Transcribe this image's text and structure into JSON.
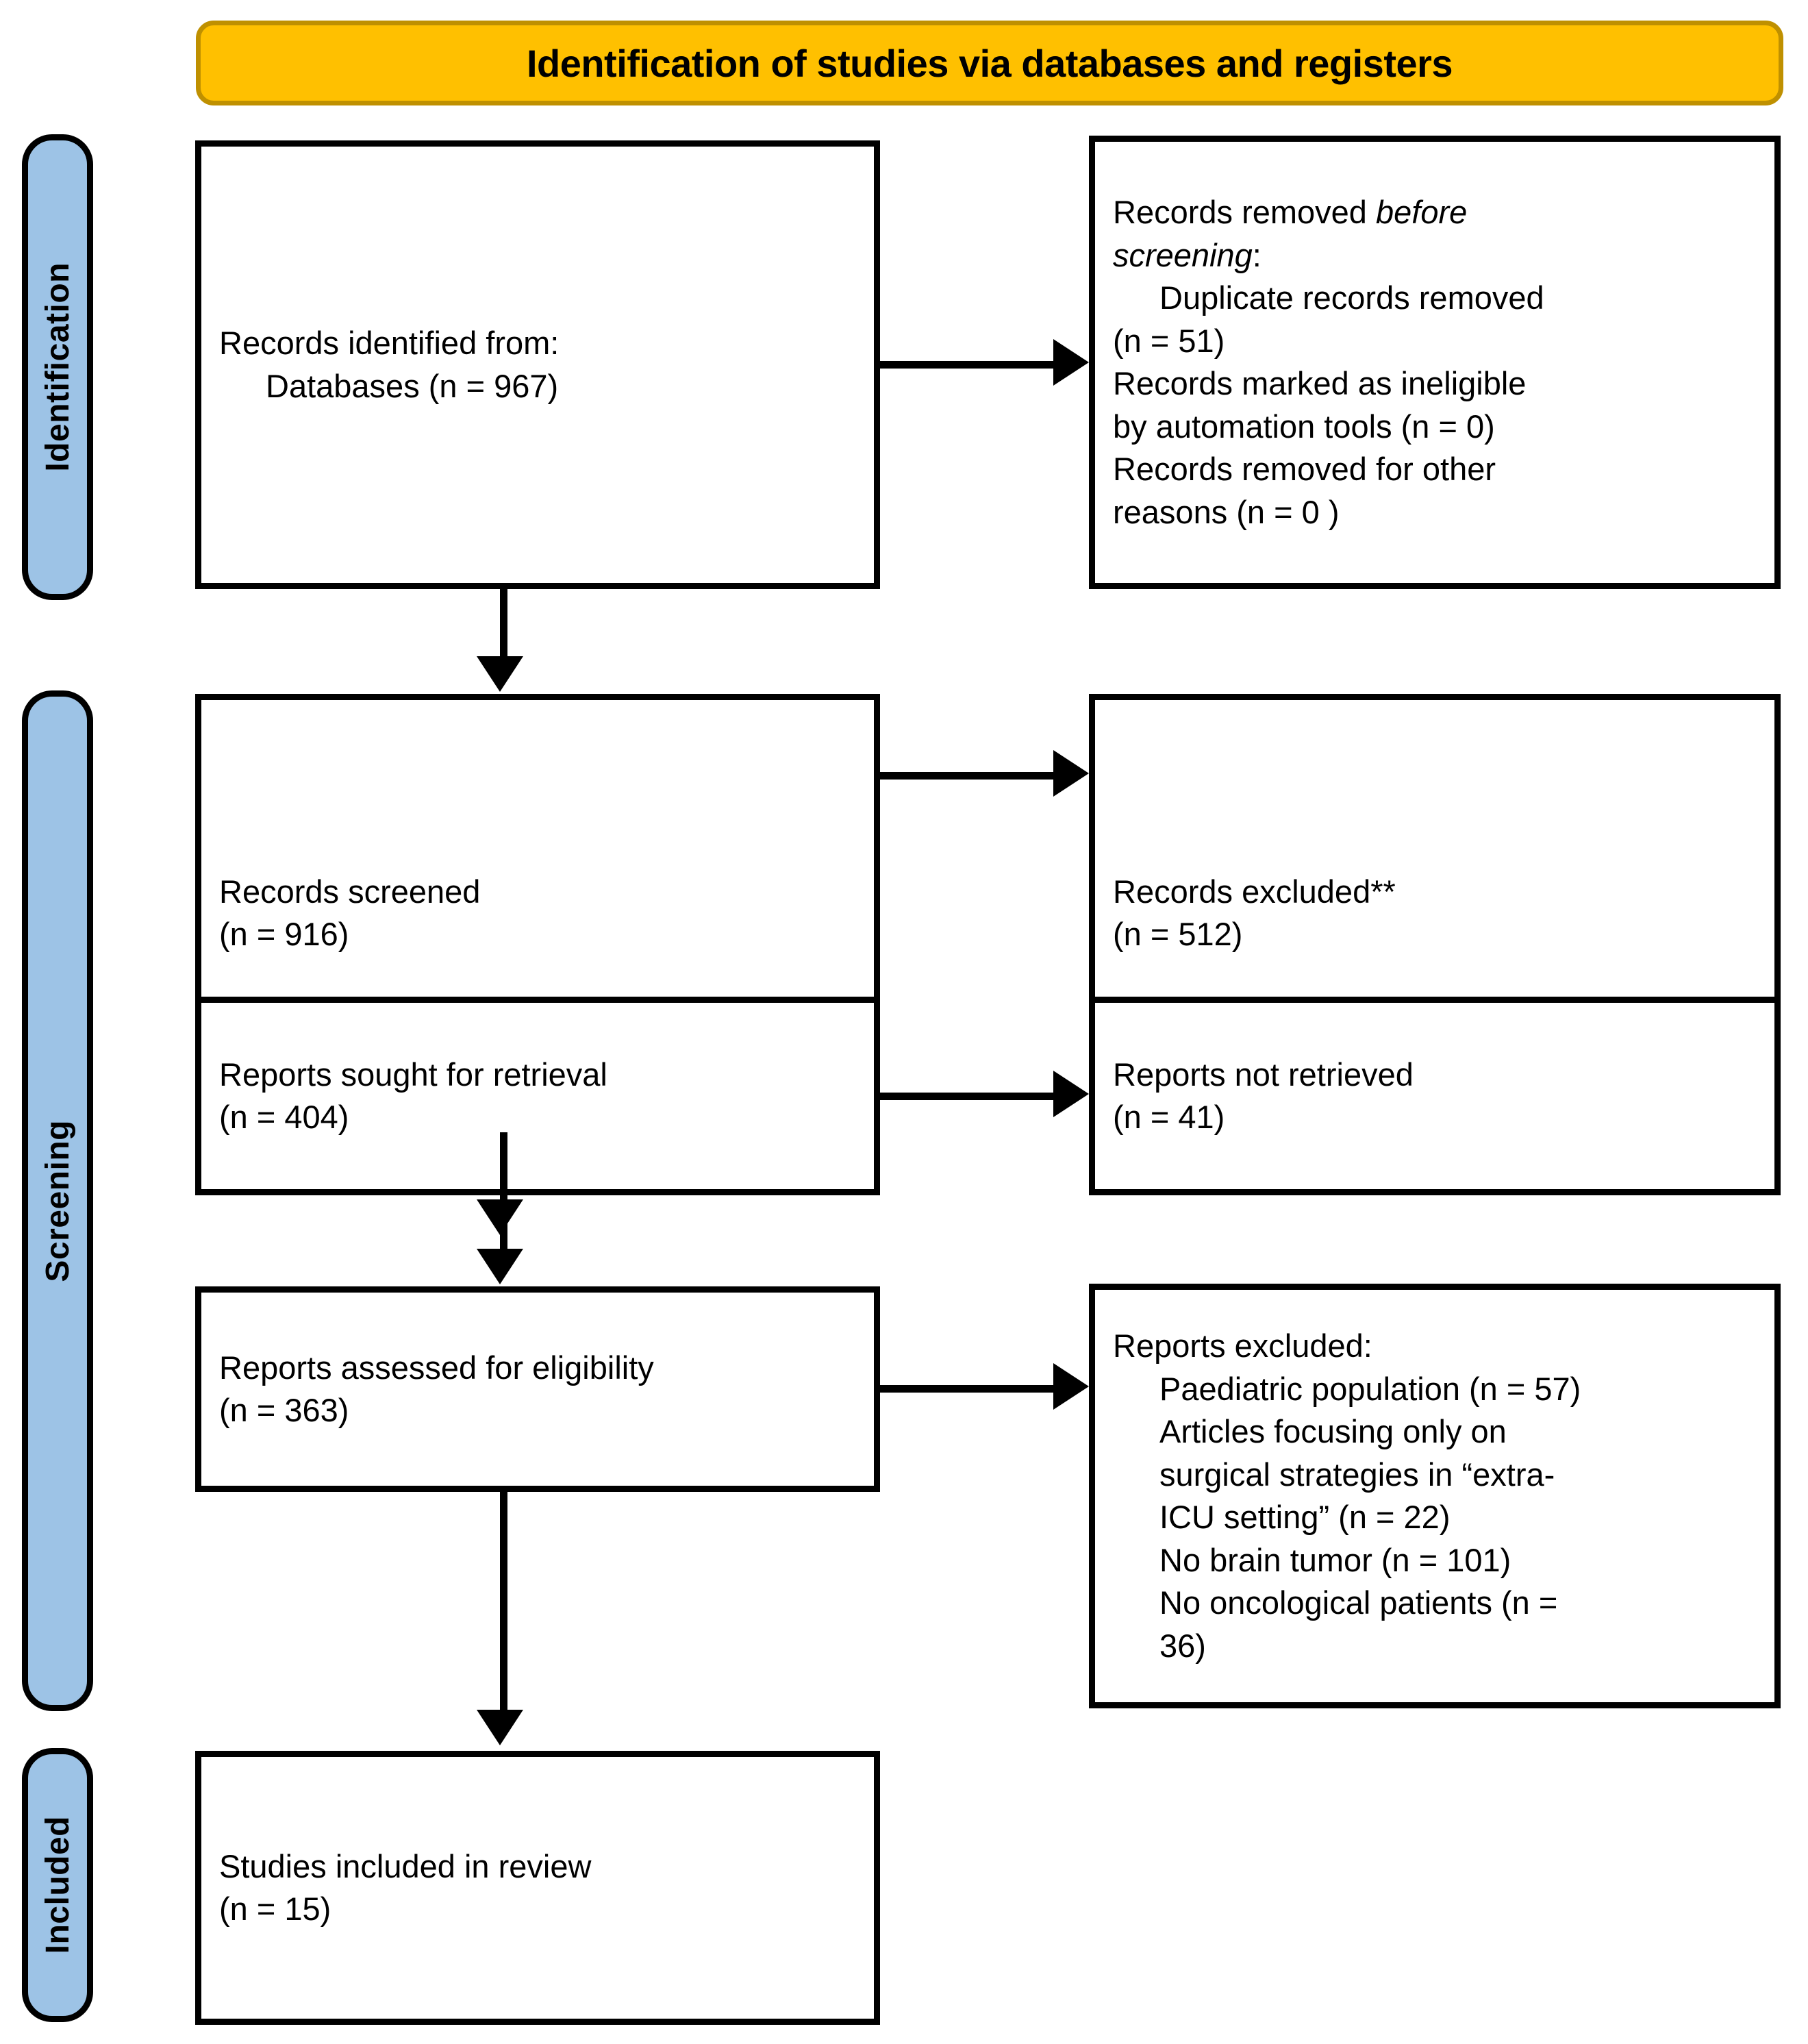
{
  "header": {
    "title": "Identification of studies via databases and registers"
  },
  "stages": {
    "identification": "Identification",
    "screening": "Screening",
    "included": "Included"
  },
  "colors": {
    "header_fill": "#FFC000",
    "header_border": "#BF9000",
    "stage_fill": "#9DC3E6",
    "box_border": "#000000",
    "box_fill": "#FFFFFF"
  },
  "boxes": {
    "records_identified": {
      "line1": "Records identified from:",
      "line2": "Databases (n = 967)"
    },
    "records_removed": {
      "line1_a": "Records removed ",
      "line1_b": "before",
      "line2_a": "screening",
      "line2_b": ":",
      "item1_l1": "Duplicate records removed",
      "item1_l2": "(n = 51)",
      "item2_l1": "Records marked as ineligible",
      "item2_l2": "by automation tools (n = 0)",
      "item3_l1": "Records removed for other",
      "item3_l2": "reasons (n = 0 )"
    },
    "records_screened": {
      "line1": "Records screened",
      "line2": "(n = 916)"
    },
    "records_excluded": {
      "line1": "Records excluded**",
      "line2": "(n = 512)"
    },
    "reports_sought": {
      "line1": "Reports sought for retrieval",
      "line2": "(n = 404)"
    },
    "reports_not_retrieved": {
      "line1": "Reports not retrieved",
      "line2": "(n = 41)"
    },
    "reports_assessed": {
      "line1": "Reports assessed for eligibility",
      "line2": "(n = 363)"
    },
    "reports_excluded": {
      "title": "Reports excluded:",
      "item1": "Paediatric population (n = 57)",
      "item2_l1": "Articles focusing only on",
      "item2_l2": "surgical strategies in “extra-",
      "item2_l3": "ICU setting” (n = 22)",
      "item3": "No brain tumor (n = 101)",
      "item4_l1": "No oncological patients (n =",
      "item4_l2": "36)"
    },
    "studies_included": {
      "line1": "Studies included in review",
      "line2": "(n = 15)"
    }
  },
  "chart_data": {
    "type": "diagram",
    "title": "Identification of studies via databases and registers",
    "nodes": [
      {
        "id": "records_identified",
        "stage": "Identification",
        "label": "Records identified from: Databases",
        "n": 967
      },
      {
        "id": "records_removed",
        "stage": "Identification",
        "label": "Records removed before screening",
        "breakdown": [
          {
            "label": "Duplicate records removed",
            "n": 51
          },
          {
            "label": "Records marked as ineligible by automation tools",
            "n": 0
          },
          {
            "label": "Records removed for other reasons",
            "n": 0
          }
        ]
      },
      {
        "id": "records_screened",
        "stage": "Screening",
        "label": "Records screened",
        "n": 916
      },
      {
        "id": "records_excluded",
        "stage": "Screening",
        "label": "Records excluded**",
        "n": 512
      },
      {
        "id": "reports_sought",
        "stage": "Screening",
        "label": "Reports sought for retrieval",
        "n": 404
      },
      {
        "id": "reports_not_retrieved",
        "stage": "Screening",
        "label": "Reports not retrieved",
        "n": 41
      },
      {
        "id": "reports_assessed",
        "stage": "Screening",
        "label": "Reports assessed for eligibility",
        "n": 363
      },
      {
        "id": "reports_excluded",
        "stage": "Screening",
        "label": "Reports excluded",
        "breakdown": [
          {
            "label": "Paediatric population",
            "n": 57
          },
          {
            "label": "Articles focusing only on surgical strategies in “extra-ICU setting”",
            "n": 22
          },
          {
            "label": "No brain tumor",
            "n": 101
          },
          {
            "label": "No oncological patients",
            "n": 36
          }
        ]
      },
      {
        "id": "studies_included",
        "stage": "Included",
        "label": "Studies included in review",
        "n": 15
      }
    ],
    "edges": [
      {
        "from": "records_identified",
        "to": "records_removed",
        "direction": "right"
      },
      {
        "from": "records_identified",
        "to": "records_screened",
        "direction": "down"
      },
      {
        "from": "records_screened",
        "to": "records_excluded",
        "direction": "right"
      },
      {
        "from": "records_screened",
        "to": "reports_sought",
        "direction": "down"
      },
      {
        "from": "reports_sought",
        "to": "reports_not_retrieved",
        "direction": "right"
      },
      {
        "from": "reports_sought",
        "to": "reports_assessed",
        "direction": "down"
      },
      {
        "from": "reports_assessed",
        "to": "reports_excluded",
        "direction": "right"
      },
      {
        "from": "reports_assessed",
        "to": "studies_included",
        "direction": "down"
      }
    ]
  }
}
